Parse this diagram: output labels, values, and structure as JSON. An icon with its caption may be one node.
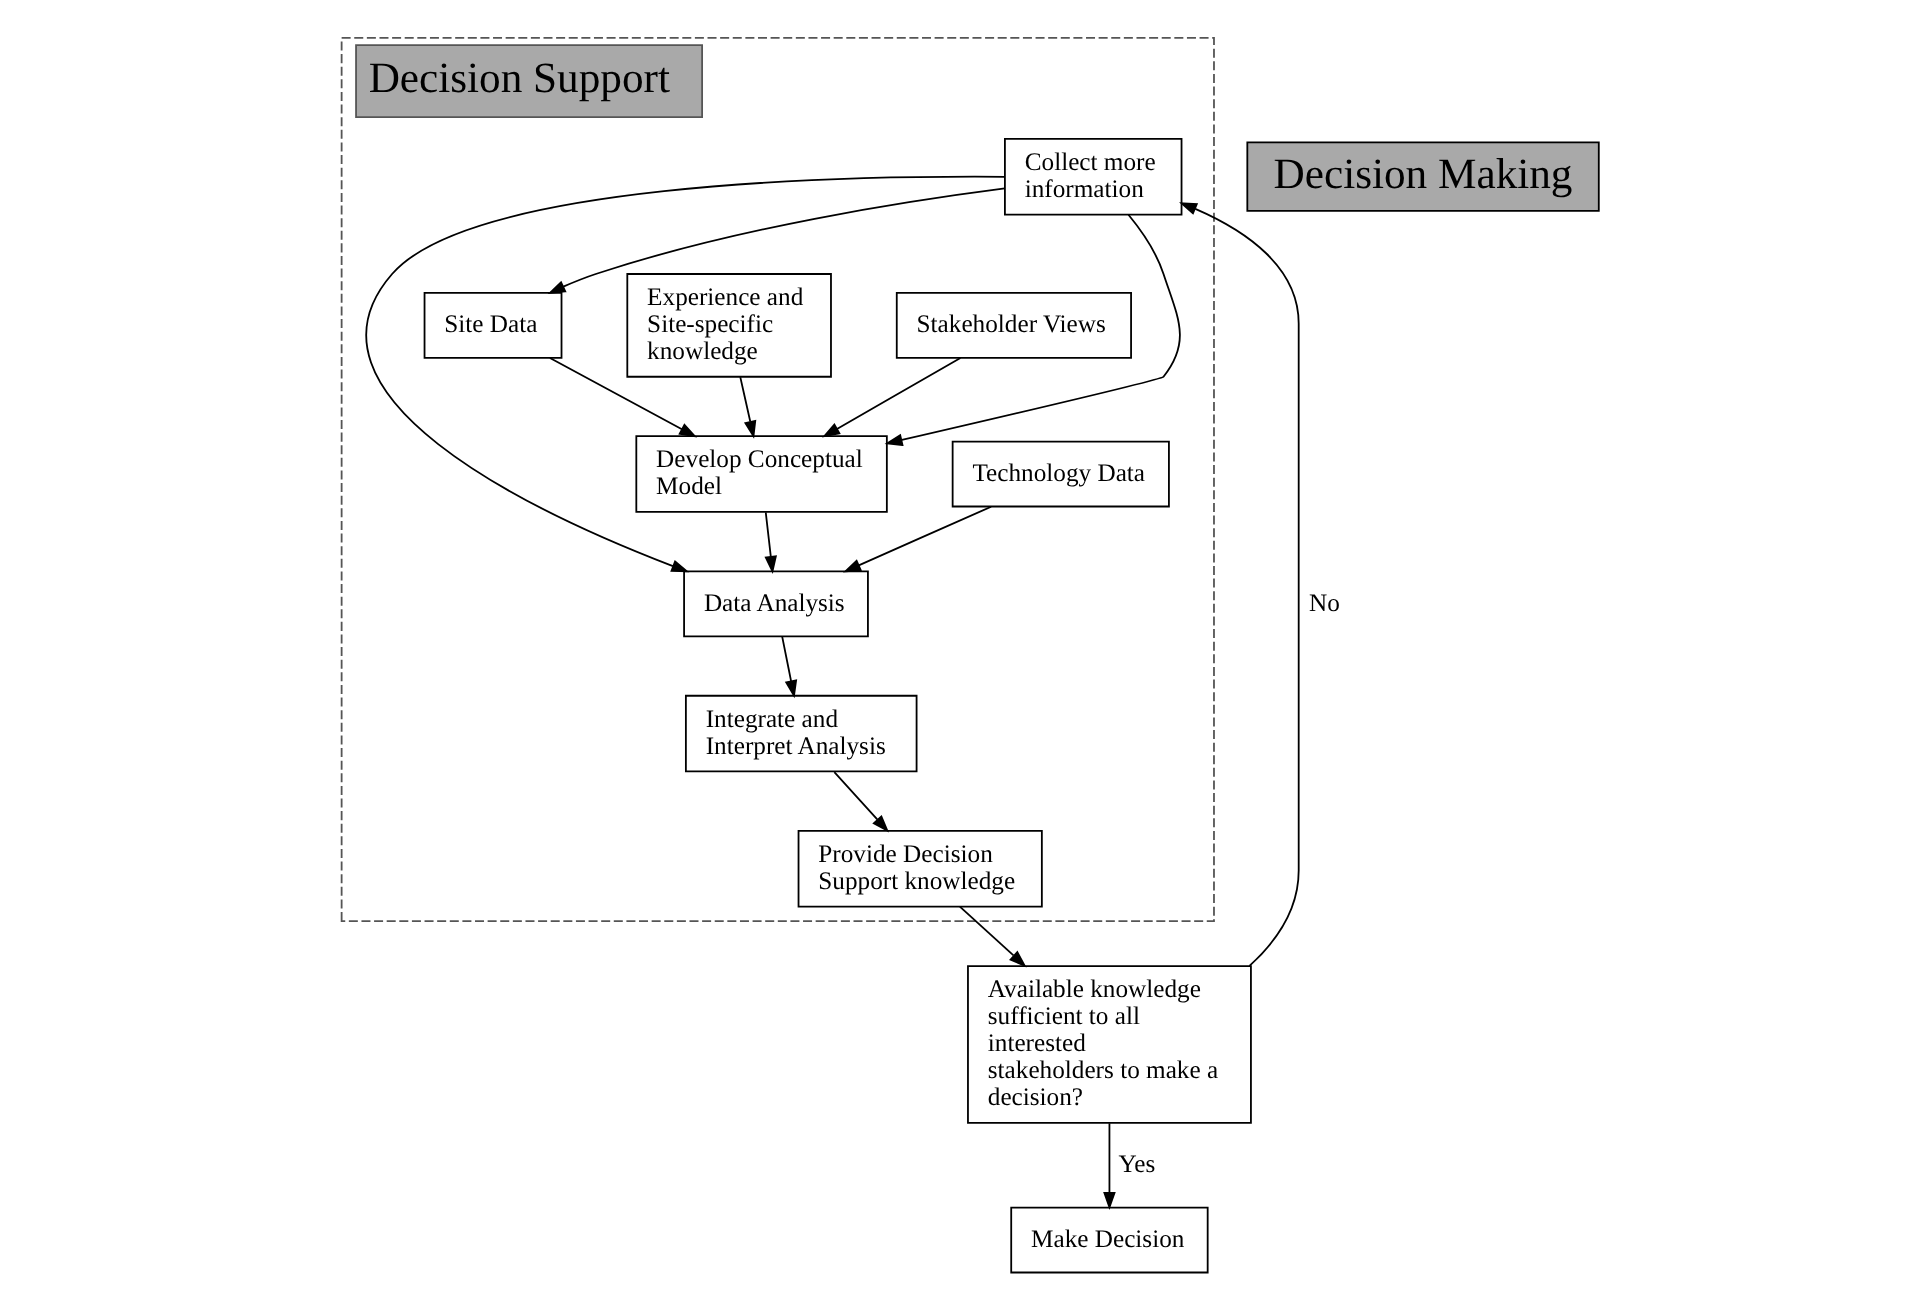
{
  "diagram": {
    "nodes": [
      {
        "text": [
          "Decision Support"
        ]
      },
      {
        "text": [
          "Stakeholder Views"
        ],
        "in": 0
      },
      {
        "text": [
          "Technology Data"
        ],
        "in": 0
      },
      {
        "text": [
          "Experience and Site-specific knowledge"
        ],
        "in": 0
      },
      {
        "text": [
          "Develop Conceptual Model"
        ],
        "in": 0
      },
      {
        "text": [
          "Data Analysis"
        ],
        "in": 0
      },
      {
        "text": [
          "Integrate and Interpret Analysis"
        ],
        "in": 0
      },
      {
        "text": [
          "Site Data"
        ],
        "in": 0
      },
      {
        "text": [
          "Provide Decision Support knowledge"
        ],
        "in": 0
      },
      {
        "text": [
          "Collect more information"
        ],
        "in": 0
      },
      {
        "text": [
          "Available knowledge sufficient to all interested stakeholders to make a decision?"
        ]
      },
      {
        "text": [
          "Decision Making"
        ]
      },
      {
        "text": [
          "Make Decision"
        ]
      }
    ],
    "edges": [
      {
        "from": 1,
        "to": 4,
        "arrow": "to"
      },
      {
        "from": 2,
        "to": 5,
        "arrow": "to"
      },
      {
        "from": 3,
        "to": 4,
        "arrow": "to"
      },
      {
        "from": 7,
        "to": 4,
        "arrow": "to"
      },
      {
        "from": 4,
        "to": 5,
        "arrow": "to"
      },
      {
        "from": 9,
        "to": 7,
        "arrow": "to"
      },
      {
        "from": 9,
        "to": 4,
        "arrow": "to"
      },
      {
        "from": 9,
        "to": 5,
        "arrow": "to"
      },
      {
        "from": 5,
        "to": 6,
        "arrow": "to"
      },
      {
        "from": 6,
        "to": 8,
        "arrow": "to"
      },
      {
        "from": 8,
        "to": 10,
        "arrow": "to"
      },
      {
        "from": 10,
        "to": 9,
        "arrow": "to",
        "label": "No"
      },
      {
        "from": 10,
        "to": 12,
        "arrow": "to",
        "label": "Yes"
      }
    ]
  }
}
